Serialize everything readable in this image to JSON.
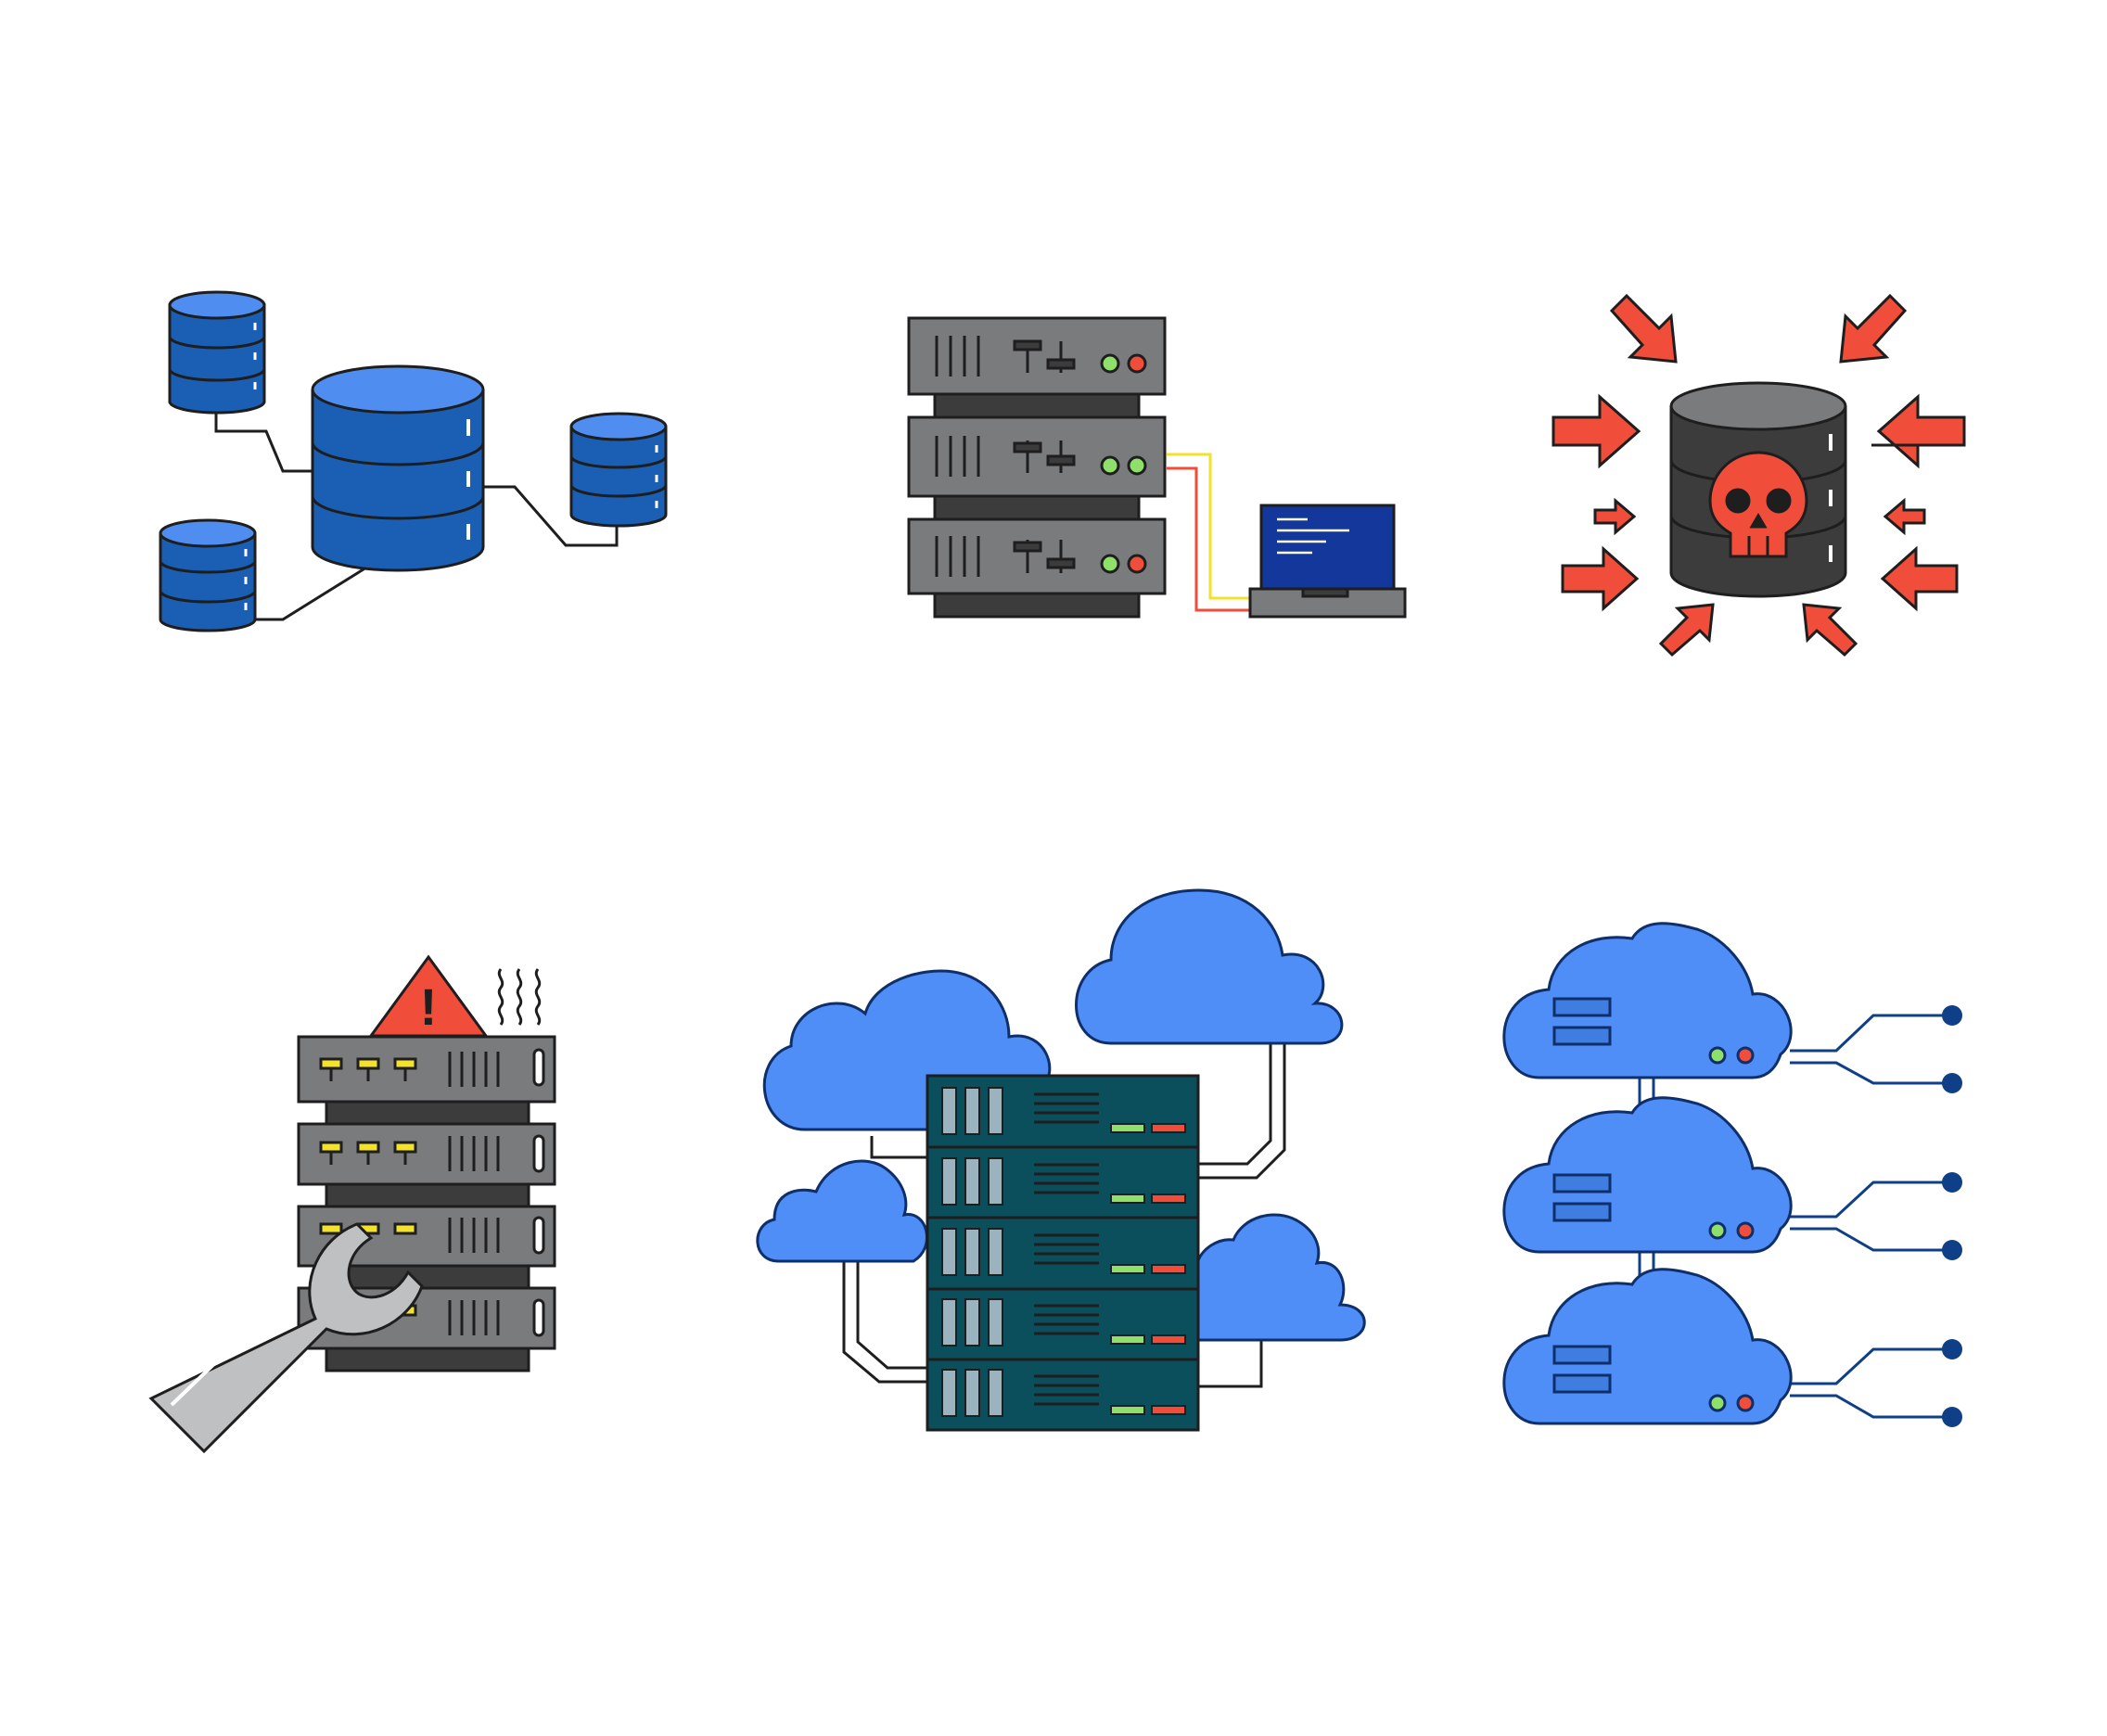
{
  "canvas": {
    "background": "#ffffff"
  },
  "palette": {
    "outline": "#1e1e1e",
    "db_blue": "#1b5fb4",
    "db_blue_light": "#4f8ef0",
    "rack_gray": "#7a7b7d",
    "rack_dark": "#3c3c3c",
    "alert_red": "#f04e3a",
    "led_green": "#8fe06a",
    "led_yellow": "#f3e12c",
    "cloud_blue": "#4f8ef7",
    "cloud_blue_mid": "#3f7ee0",
    "dark_teal": "#0c4f5c",
    "laptop_screen": "#13379a",
    "wire_yellow": "#f3e12c",
    "wire_red": "#f04e3a",
    "node_navy": "#0f3f87",
    "wrench_gray": "#bfc0c2"
  },
  "icons": [
    {
      "id": "database-network",
      "name": "database-network-icon"
    },
    {
      "id": "server-rack-laptop",
      "name": "server-rack-laptop-icon"
    },
    {
      "id": "database-attack",
      "name": "database-attack-icon"
    },
    {
      "id": "server-maintenance",
      "name": "server-maintenance-icon"
    },
    {
      "id": "cloud-server-hub",
      "name": "cloud-server-hub-icon"
    },
    {
      "id": "cloud-storage-network",
      "name": "cloud-storage-network-icon"
    }
  ],
  "alert_glyph": "!"
}
